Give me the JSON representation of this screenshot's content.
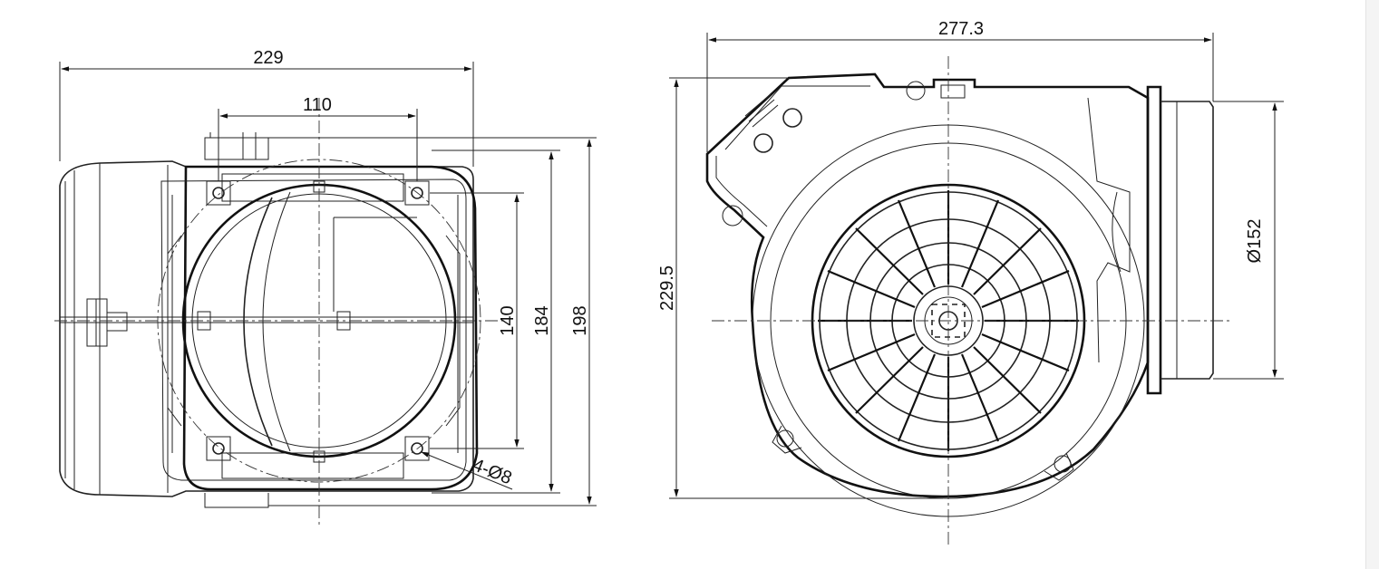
{
  "drawing": {
    "front_view": {
      "overall_width": "229",
      "hole_spacing_width": "110",
      "hole_spacing_height": "140",
      "flange_height": "184",
      "overall_height": "198",
      "holes": "4-Ø8"
    },
    "side_view": {
      "overall_width": "277.3",
      "overall_height": "229.5",
      "outlet_diameter": "Ø152"
    }
  }
}
